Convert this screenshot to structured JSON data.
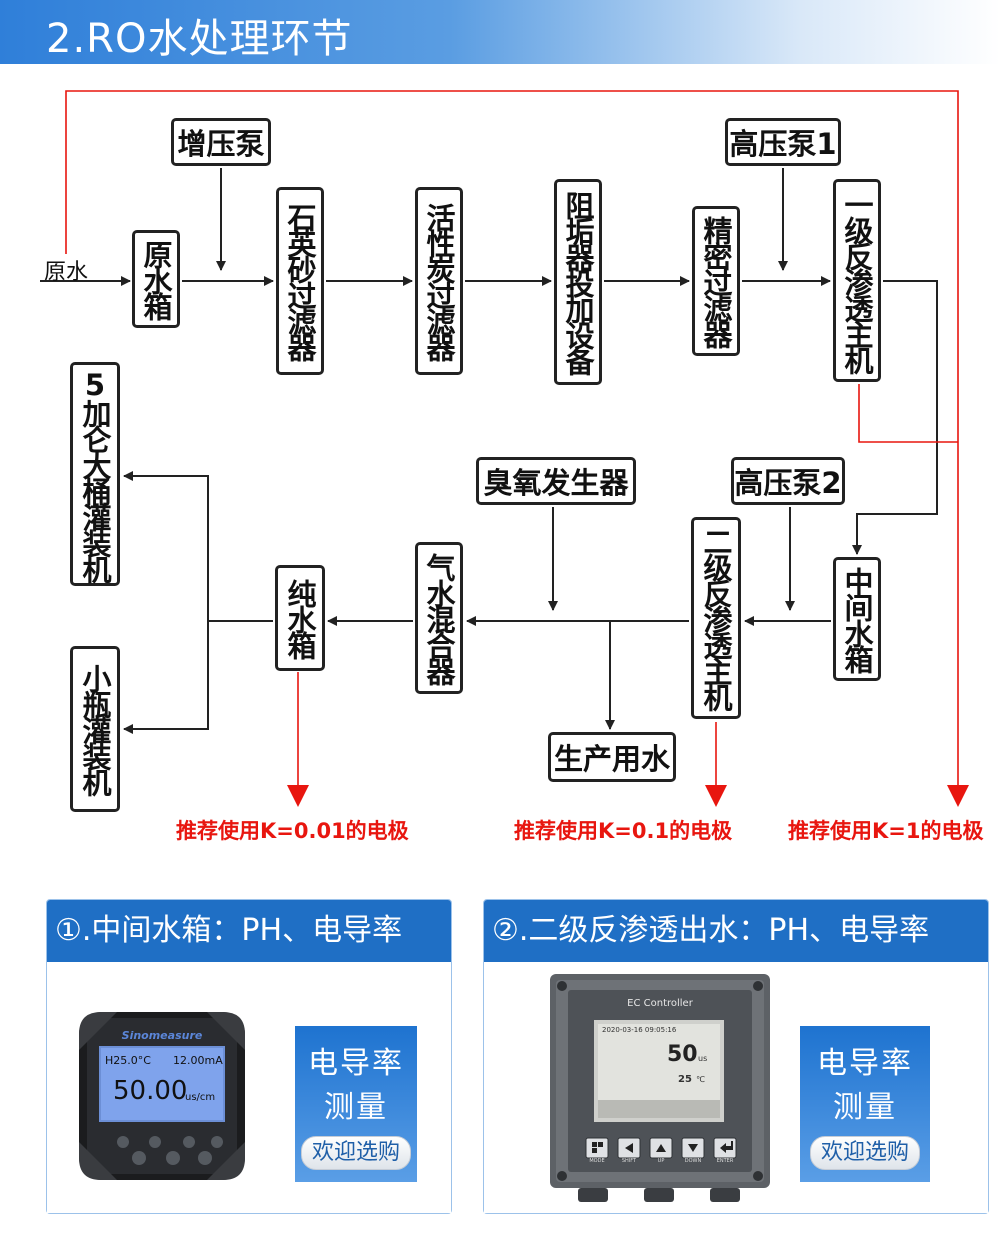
{
  "header": {
    "title": "2.RO水处理环节"
  },
  "diagram": {
    "raw_water": "原水",
    "boxes": {
      "booster_pump": "增压泵",
      "raw_tank": "原水箱",
      "quartz_filter": "石英砂过滤器",
      "carbon_filter": "活性炭过滤器",
      "antiscalant": "阻垢器投加设备",
      "precision_filter": "精密过滤器",
      "hp_pump1": "高压泵1",
      "ro1": "一级反渗透主机",
      "mid_tank": "中间水箱",
      "hp_pump2": "高压泵2",
      "ro2": "二级反渗透主机",
      "ozone": "臭氧发生器",
      "gas_water_mixer": "气水混合器",
      "pure_tank": "纯水箱",
      "filler_5gal": "5加仑大桶灌装机",
      "filler_small": "小瓶灌装机",
      "production_water": "生产用水"
    },
    "recommendations": {
      "k001": "推荐使用K=0.01的电极",
      "k01": "推荐使用K=0.1的电极",
      "k1": "推荐使用K=1的电极"
    },
    "colors": {
      "line": "#222222",
      "red": "#e8160f"
    }
  },
  "cards": [
    {
      "title": "①.中间水箱：PH、电导率",
      "device": {
        "brand": "Sinomeasure",
        "temp": "H25.0°C",
        "current": "12.00mA",
        "value": "50.00",
        "unit": "us/cm"
      },
      "promo": {
        "line1": "电导率",
        "line2": "测量",
        "button": "欢迎选购"
      }
    },
    {
      "title": "②.二级反渗透出水：PH、电导率",
      "device": {
        "label": "EC Controller",
        "datetime": "2020-03-16 09:05:16",
        "value": "50",
        "unit": "us",
        "temp": "25",
        "temp_unit": "℃",
        "keys": [
          "MODE",
          "SHIFT",
          "UP",
          "DOWN",
          "ENTER"
        ]
      },
      "promo": {
        "line1": "电导率",
        "line2": "测量",
        "button": "欢迎选购"
      }
    }
  ]
}
